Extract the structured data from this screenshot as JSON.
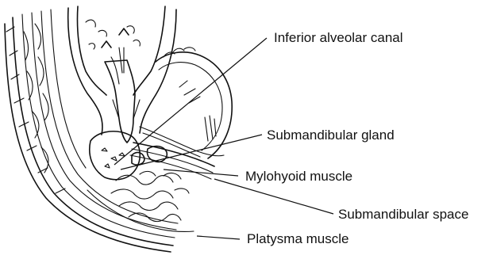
{
  "labels": {
    "inferior_alveolar_canal": "Inferior alveolar canal",
    "submandibular_gland": "Submandibular gland",
    "mylohyoid_muscle": "Mylohyoid muscle",
    "submandibular_space": "Submandibular space",
    "platysma_muscle": "Platysma muscle"
  }
}
